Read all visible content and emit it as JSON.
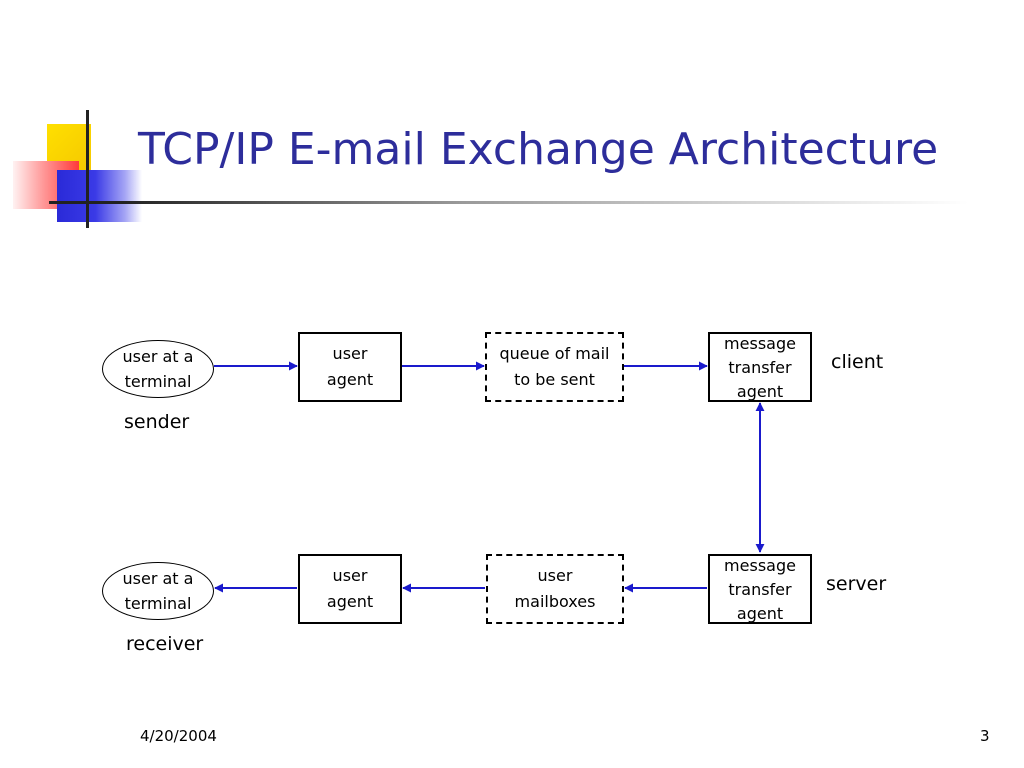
{
  "slide": {
    "title": "TCP/IP E-mail Exchange Architecture",
    "date": "4/20/2004",
    "page_number": "3"
  },
  "diagram": {
    "sender_row": {
      "terminal": "user at a\nterminal",
      "user_agent": "user\nagent",
      "queue": "queue of mail\nto be sent",
      "mta": "message\ntransfer\nagent",
      "role_label": "sender",
      "side_label": "client"
    },
    "receiver_row": {
      "terminal": "user at a\nterminal",
      "user_agent": "user\nagent",
      "mailboxes": "user\nmailboxes",
      "mta": "message\ntransfer\nagent",
      "role_label": "receiver",
      "side_label": "server"
    },
    "colors": {
      "title": "#2d2d9b",
      "arrow": "#1a1acc",
      "box_border": "#000000"
    }
  }
}
